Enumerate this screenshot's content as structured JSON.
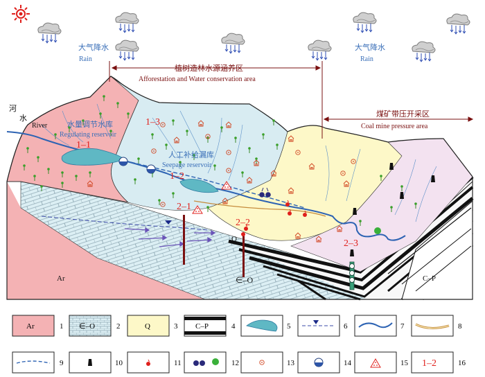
{
  "sky": {
    "rain_left_cn": "大气降水",
    "rain_left_en": "Rain",
    "rain_right_cn": "大气降水",
    "rain_right_en": "Rain"
  },
  "zones": {
    "afforestation_cn": "植树造林水源涵养区",
    "afforestation_en": "Afforestation and Water conservation area",
    "coal_cn": "煤矿带压开采区",
    "coal_en": "Coal mine pressure area"
  },
  "river": {
    "cn_1": "河",
    "cn_2": "水",
    "en": "River"
  },
  "reservoirs": {
    "regulating_cn": "水量调节水库",
    "regulating_en": "Regulating reservoir",
    "seepage_cn": "人工补给漏库",
    "seepage_en": "Seepage reservoir"
  },
  "region_labels": {
    "r11": "1–1",
    "r12": "1–2",
    "r13": "1–3",
    "r21": "2–1",
    "r22": "2–2",
    "r23": "2–3"
  },
  "strata_labels": {
    "ar": "Ar",
    "cambrian_ordovician": "∈–O",
    "q": "Q",
    "cp": "C–P"
  },
  "legend": {
    "row1": [
      {
        "text": "Ar",
        "num": "1"
      },
      {
        "text": "∈–O",
        "num": "2"
      },
      {
        "text": "Q",
        "num": "3"
      },
      {
        "text": "C–P",
        "num": "4"
      },
      {
        "text": "",
        "num": "5"
      },
      {
        "text": "",
        "num": "6"
      },
      {
        "text": "",
        "num": "7"
      },
      {
        "text": "",
        "num": "8"
      }
    ],
    "row2": [
      {
        "text": "",
        "num": "9"
      },
      {
        "text": "",
        "num": "10"
      },
      {
        "text": "",
        "num": "11"
      },
      {
        "text": "",
        "num": "12"
      },
      {
        "text": "",
        "num": "13"
      },
      {
        "text": "",
        "num": "14"
      },
      {
        "text": "",
        "num": "15"
      },
      {
        "text": "1–2",
        "num": "16"
      }
    ]
  },
  "colors": {
    "ar_pink": "#f4b2b4",
    "eo_blue": "#d8ecf2",
    "q_yellow": "#fdf8c8",
    "cp_lilac": "#f3e2f0",
    "river_blue": "#2d63b3",
    "reservoir": "#5fb8c4",
    "label_red": "#e0201c",
    "label_dark": "#7a1010"
  }
}
